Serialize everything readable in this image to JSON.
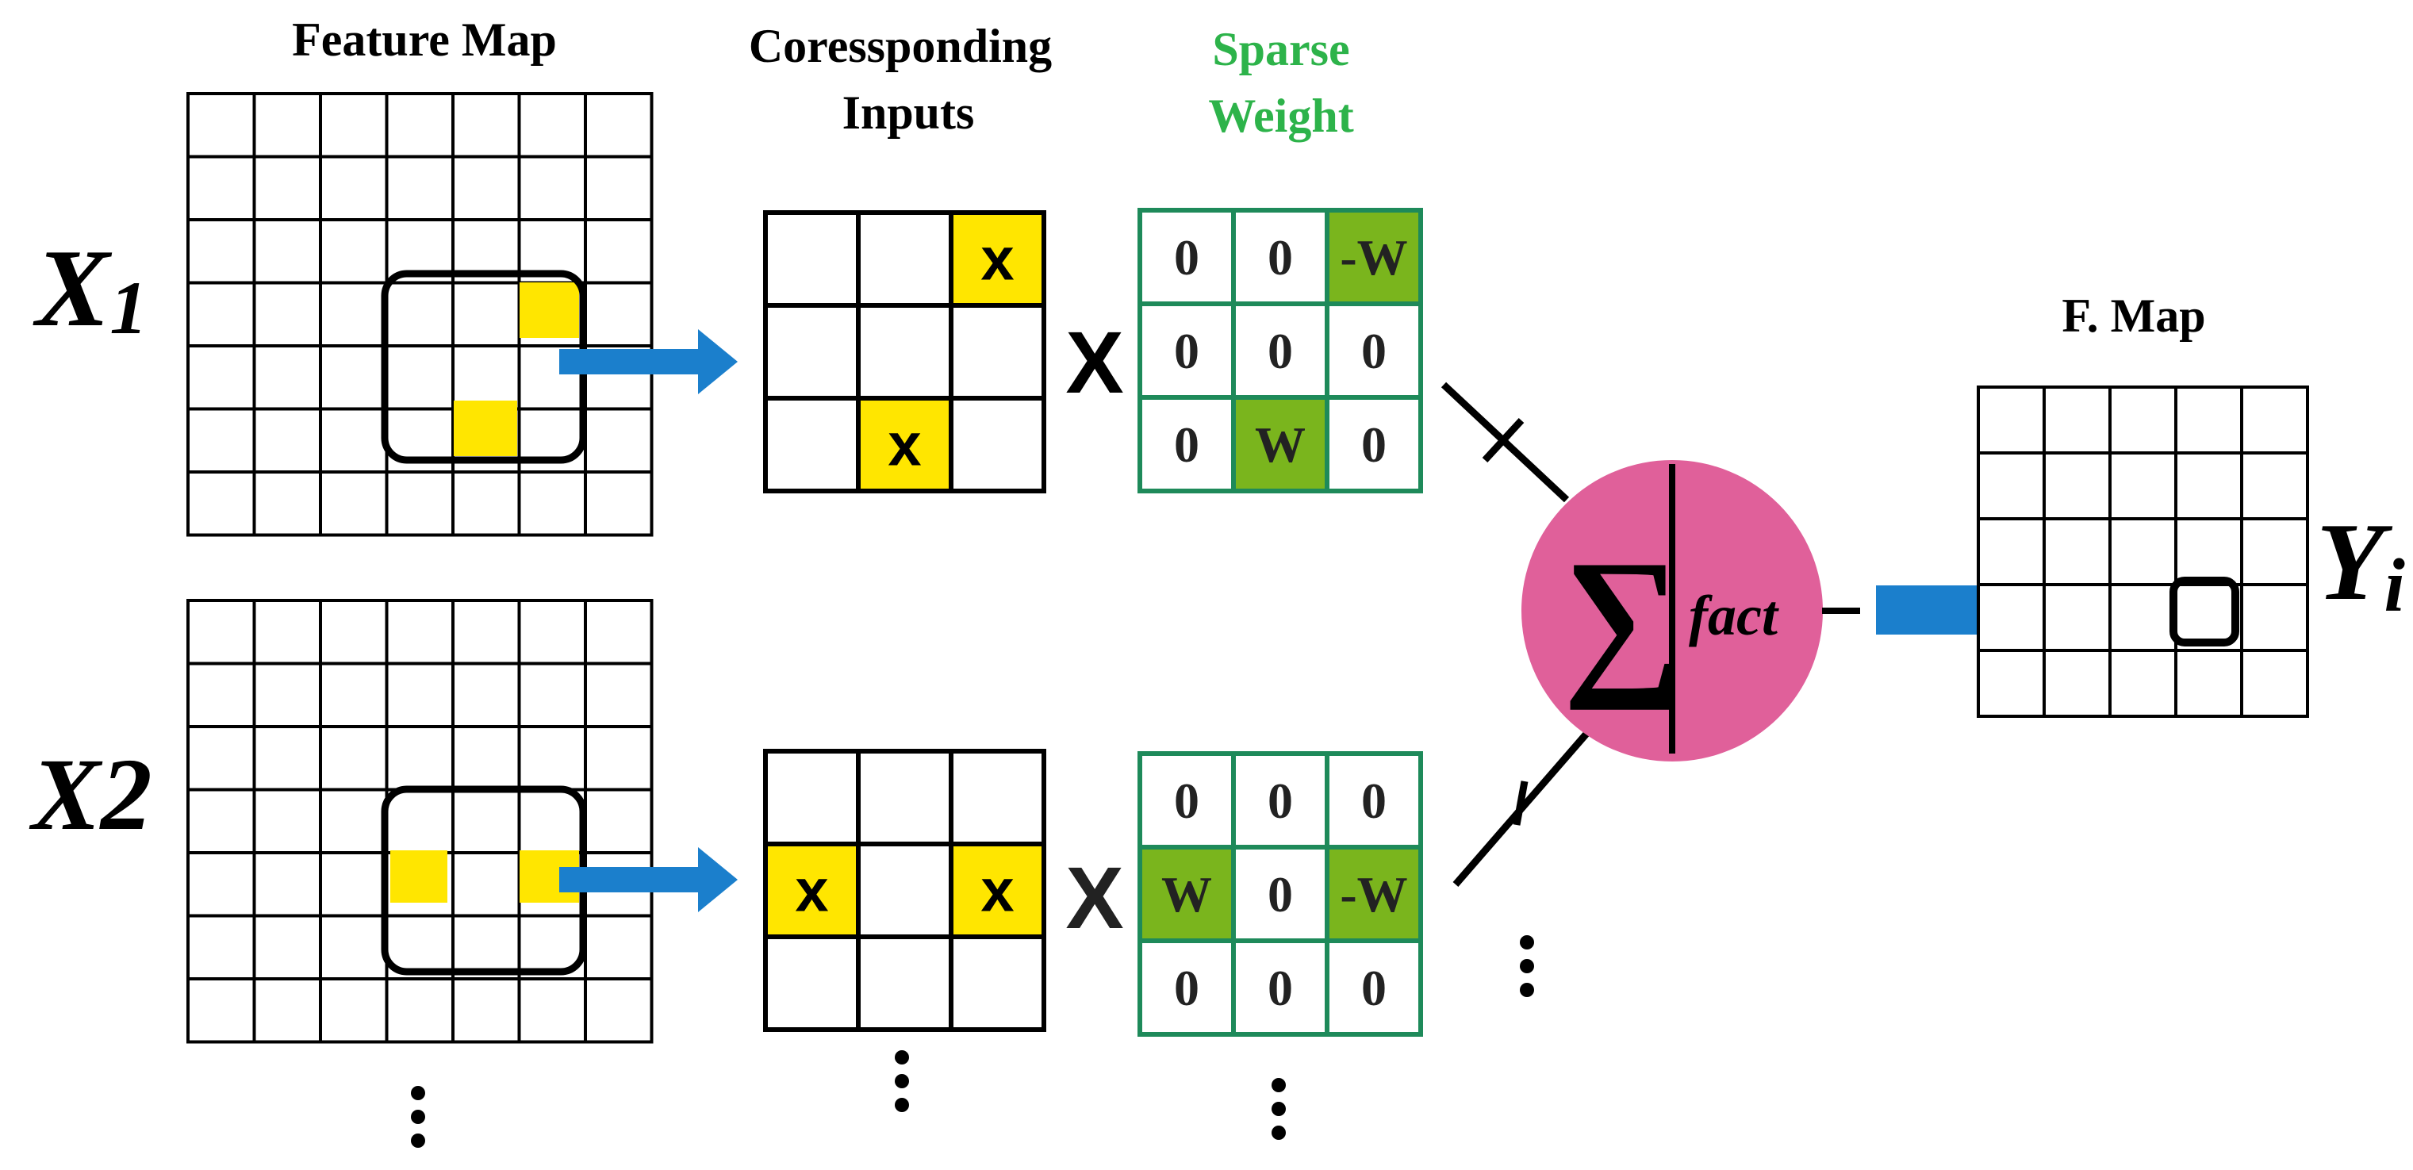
{
  "headers": {
    "feature_map": "Feature Map",
    "corresponding_line1": "Coressponding",
    "corresponding_line2": "Inputs",
    "sparse_line1": "Sparse",
    "sparse_line2": "Weight",
    "fmap_output": "F. Map"
  },
  "inputs": [
    {
      "label": "X",
      "label_sub": "1",
      "input_cells": [
        "",
        "",
        "x",
        "",
        "",
        "",
        "",
        "x",
        ""
      ],
      "weight_cells": [
        "0",
        "0",
        "-W",
        "0",
        "0",
        "0",
        "0",
        "W",
        "0"
      ],
      "weight_highlight": [
        false,
        false,
        true,
        false,
        false,
        false,
        false,
        true,
        false
      ],
      "multiply": "X"
    },
    {
      "label": "X2",
      "label_sub": "",
      "input_cells": [
        "",
        "",
        "",
        "x",
        "",
        "x",
        "",
        "",
        ""
      ],
      "weight_cells": [
        "0",
        "0",
        "0",
        "W",
        "0",
        "-W",
        "0",
        "0",
        "0"
      ],
      "weight_highlight": [
        false,
        false,
        false,
        true,
        false,
        true,
        false,
        false,
        false
      ],
      "multiply": "X"
    }
  ],
  "neuron": {
    "sigma": "∑",
    "activation": "fact"
  },
  "output": {
    "label": "Y",
    "label_sub": "i"
  },
  "colors": {
    "highlight_yellow": "#FFE600",
    "weight_green": "#7AB51D",
    "grid_green": "#1E8A5A",
    "header_green": "#2DB34A",
    "arrow_blue": "#1B7FCC",
    "neuron_pink": "#E0609A",
    "black": "#000000"
  }
}
